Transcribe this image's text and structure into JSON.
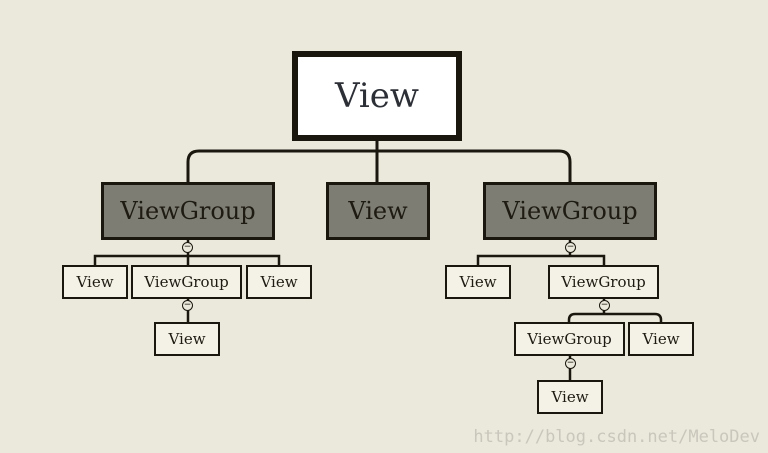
{
  "nodes": {
    "root": "View",
    "left_group": "ViewGroup",
    "center_view": "View",
    "right_group": "ViewGroup",
    "left_child_1": "View",
    "left_child_2": "ViewGroup",
    "left_child_3": "View",
    "left_grandchild": "View",
    "right_child_1": "View",
    "right_child_2": "ViewGroup",
    "right_grandchild_1": "ViewGroup",
    "right_grandchild_2": "View",
    "right_great_grandchild": "View"
  },
  "collapse_symbol": "−",
  "watermark": "http://blog.csdn.net/MeloDev",
  "colors": {
    "background": "#ebe8dc",
    "root_fill": "#ffffff",
    "group_fill": "#7d7d73",
    "leaf_fill": "#f4f1e7",
    "stroke": "#1a170f"
  }
}
